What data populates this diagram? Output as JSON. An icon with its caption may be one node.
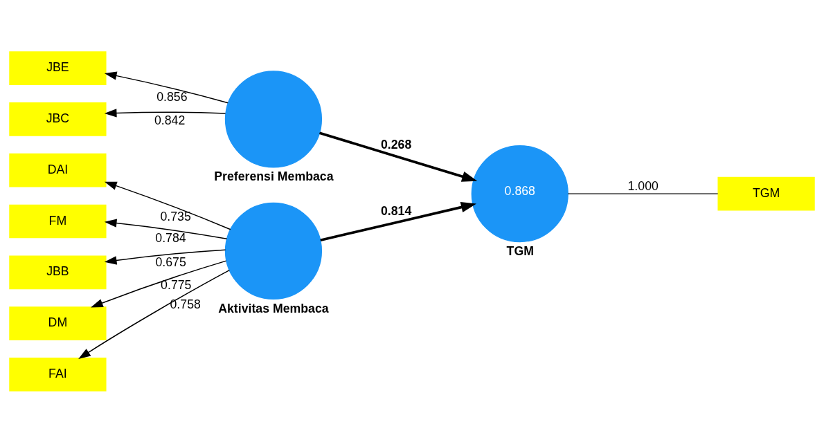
{
  "diagram": {
    "nodes": [
      {
        "text": [
          "DAI"
        ]
      },
      {
        "text": [
          "DM"
        ]
      },
      {
        "text": [
          "FAI"
        ]
      },
      {
        "text": [
          "FM"
        ]
      },
      {
        "text": [
          "JBB"
        ]
      },
      {
        "text": [
          "JBC"
        ]
      },
      {
        "text": [
          "JBE"
        ]
      },
      {
        "text": [
          "Aktivitas Membaca"
        ]
      },
      {
        "text": [
          "Preferensi Membaca"
        ]
      },
      {
        "text": [
          "0.868",
          "TGM"
        ]
      },
      {
        "text": [
          "TGM"
        ]
      }
    ],
    "edges": [
      {
        "from": 7,
        "to": 0,
        "arrow": "to",
        "label": "0.735"
      },
      {
        "from": 7,
        "to": 1,
        "arrow": "to",
        "label": "0.775"
      },
      {
        "from": 7,
        "to": 2,
        "arrow": "to",
        "label": "0.758"
      },
      {
        "from": 7,
        "to": 3,
        "arrow": "to",
        "label": "0.784"
      },
      {
        "from": 7,
        "to": 4,
        "arrow": "to",
        "label": "0.675"
      },
      {
        "from": 8,
        "to": 5,
        "arrow": "to",
        "label": "0.842"
      },
      {
        "from": 8,
        "to": 6,
        "arrow": "to",
        "label": "0.856"
      },
      {
        "from": 7,
        "to": 9,
        "arrow": "to",
        "label": "0.814",
        "style": "thick"
      },
      {
        "from": 8,
        "to": 9,
        "arrow": "to",
        "label": "0.268",
        "style": "thick"
      },
      {
        "from": 9,
        "to": 10,
        "arrow": "none",
        "label": "1.000"
      }
    ]
  }
}
